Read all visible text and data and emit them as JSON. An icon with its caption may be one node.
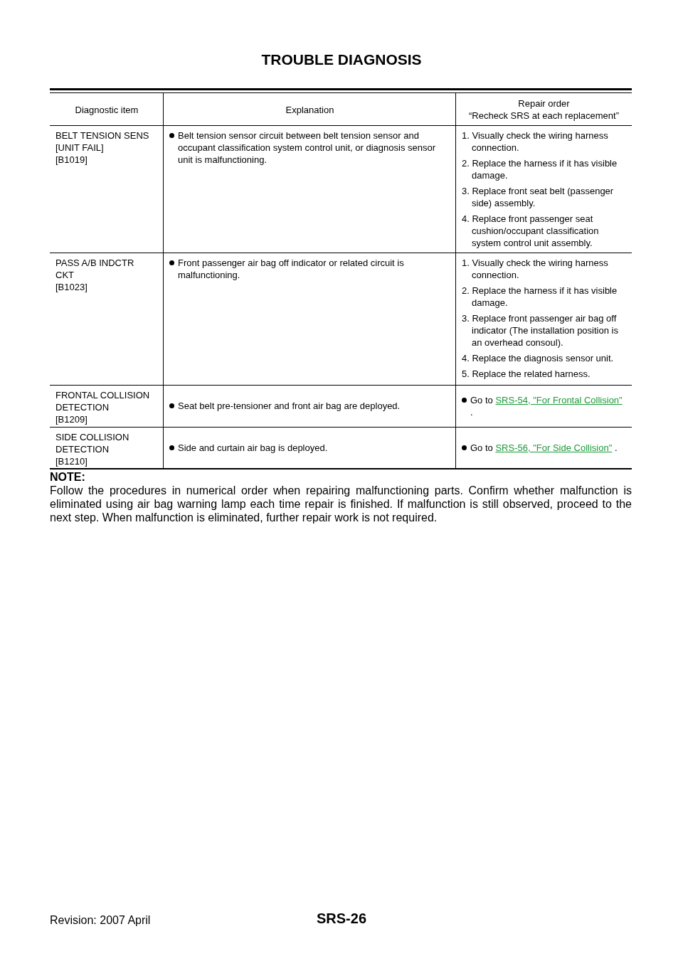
{
  "diagram": {
    "title": "TROUBLE DIAGNOSIS",
    "labels": [
      "Diagnostic item",
      "Explanation",
      "Repair order",
      "“Recheck SRS at each replacement”",
      "BELT TENSION SENS",
      "[UNIT FAIL]",
      "[B1019]",
      "Belt tension sensor circuit between belt tension sensor and occupant classification system control unit, or diagnosis sensor unit is malfunctioning.",
      "1. Visually check the wiring harness connection.",
      "2. Replace the harness if it has visible damage.",
      "3. Replace front seat belt (passenger side) assembly.",
      "4. Replace front passenger seat cushion/occupant classification system control unit assembly.",
      "PASS A/B INDCTR",
      "CKT",
      "[B1023]",
      "Front passenger air bag off indicator or related circuit is malfunctioning.",
      "1. Visually check the wiring harness connection.",
      "2. Replace the harness if it has visible damage.",
      "3. Replace front passenger air bag off indicator (The installation position is an overhead consoul).",
      "4. Replace the diagnosis sensor unit.",
      "5. Replace the related harness.",
      "FRONTAL COLLISION",
      "DETECTION",
      "[B1209]",
      "Seat belt pre-tensioner and front air bag are deployed.",
      "Go to",
      "SRS-54, \"For Frontal Collision\"",
      ".",
      "SIDE COLLISION",
      "DETECTION",
      "[B1210]",
      "Side and curtain air bag is deployed.",
      "Go to",
      "SRS-56, \"For Side Collision\"",
      ".",
      "NOTE:",
      "Follow the procedures in numerical order when repairing malfunctioning parts. Confirm whether malfunction is eliminated using air bag warning lamp each time repair is finished. If malfunction is still observed, proceed to the next step. When malfunction is eliminated, further repair work is not required.",
      "Revision: 2007 April",
      "SRS-26"
    ]
  }
}
